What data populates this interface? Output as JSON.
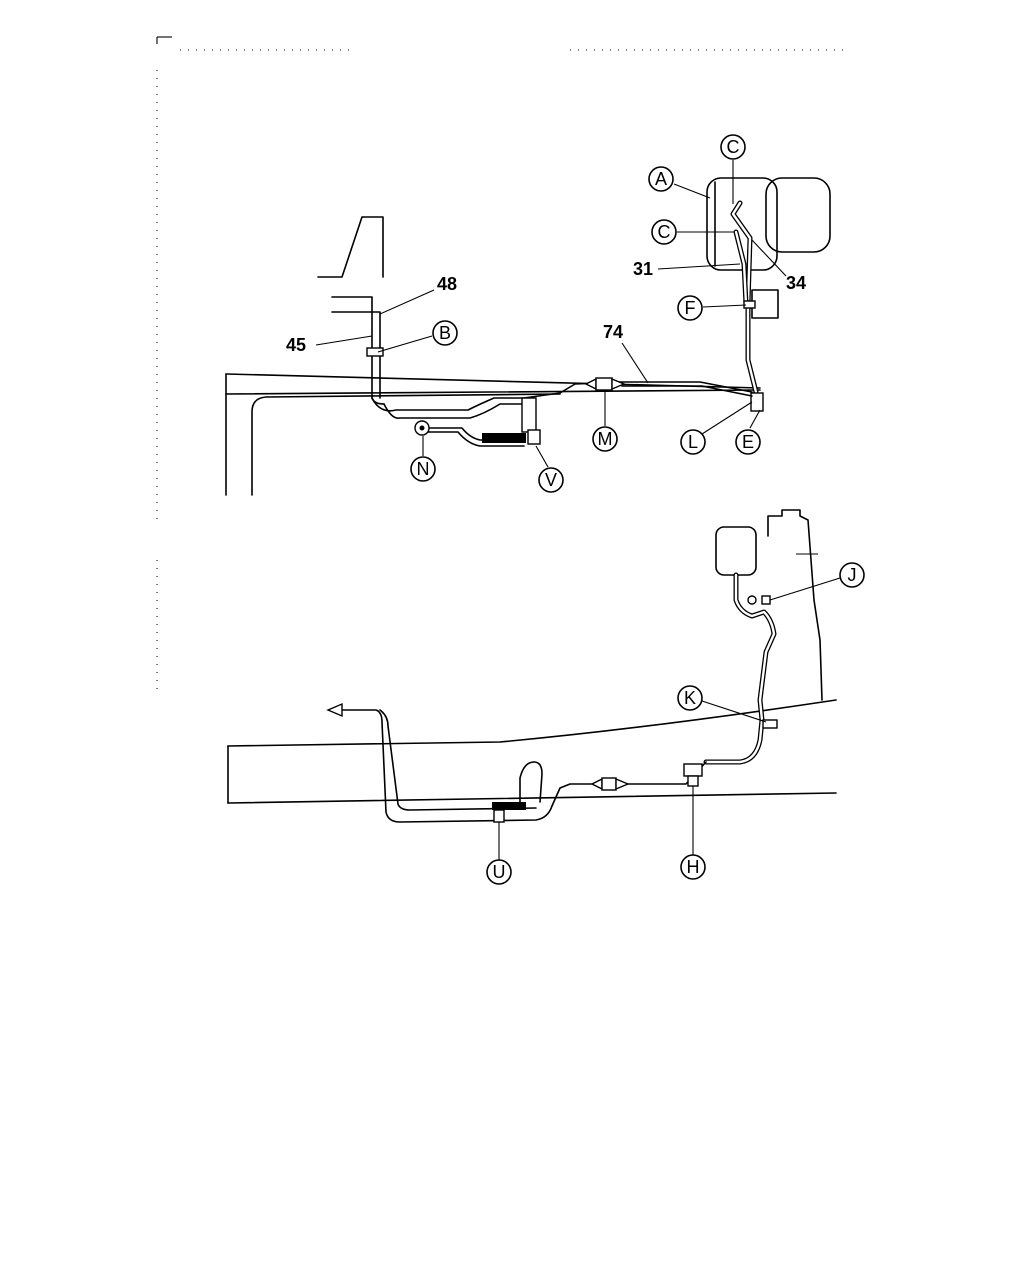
{
  "upper_view": {
    "callouts": [
      "A",
      "C",
      "C",
      "B",
      "F",
      "L",
      "E",
      "M",
      "N",
      "V"
    ],
    "part_numbers": [
      "48",
      "45",
      "74",
      "31",
      "34"
    ]
  },
  "lower_view": {
    "callouts": [
      "J",
      "K",
      "U",
      "H"
    ]
  }
}
